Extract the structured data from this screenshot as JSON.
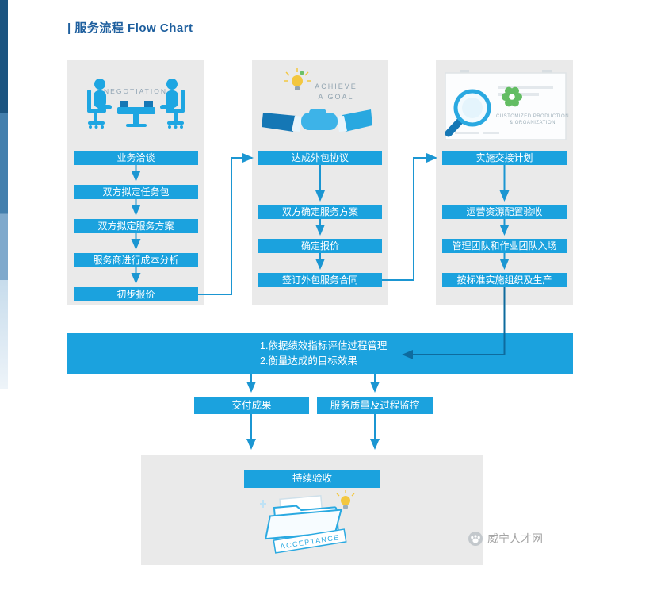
{
  "page": {
    "title": "| 服务流程 Flow Chart"
  },
  "colors": {
    "accent": "#1ba2de",
    "panel_bg": "#eaeaea",
    "title_text": "#1e5f9e",
    "connector": "#1b96d2"
  },
  "columns": [
    {
      "id": "negotiation",
      "steps": [
        "业务洽谈",
        "双方拟定任务包",
        "双方拟定服务方案",
        "服务商进行成本分析",
        "初步报价"
      ]
    },
    {
      "id": "agreement",
      "steps": [
        "达成外包协议",
        "双方确定服务方案",
        "确定报价",
        "签订外包服务合同"
      ]
    },
    {
      "id": "implementation",
      "steps": [
        "实施交接计划",
        "运营资源配置验收",
        "管理团队和作业团队入场",
        "按标准实施组织及生产"
      ]
    }
  ],
  "illustrations": {
    "negotiation": "NEGOTIATION",
    "goal_line1": "ACHIEVE",
    "goal_line2": "A GOAL",
    "production_line1": "CUSTOMIZED PRODUCTION",
    "production_line2": "& ORGANIZATION"
  },
  "banner": {
    "line1": "1.依据绩效指标评估过程管理",
    "line2": "2.衡量达成的目标效果"
  },
  "outputs": [
    "交付成果",
    "服务质量及过程监控"
  ],
  "acceptance": {
    "title": "持续验收",
    "ribbon": "ACCEPTANCE"
  },
  "watermark": {
    "text": "威宁人才网"
  }
}
